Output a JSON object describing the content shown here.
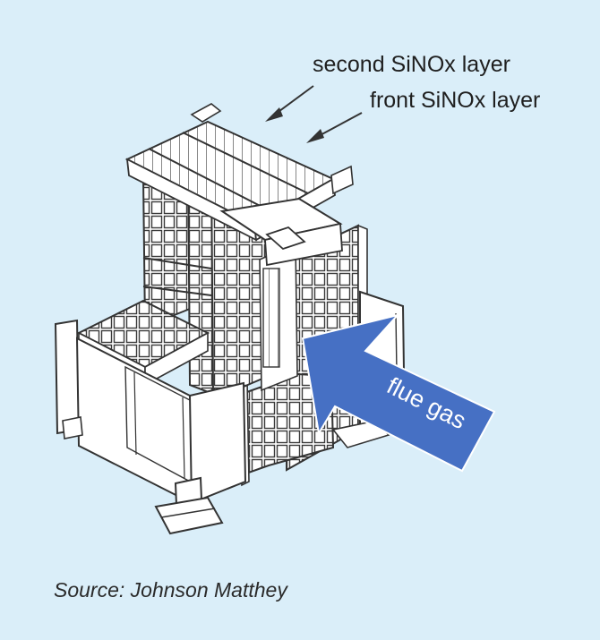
{
  "labels": {
    "second_layer": "second SiNOx layer",
    "front_layer": "front SiNOx layer",
    "flow": "flue gas"
  },
  "caption": "Source: Johnson Matthey",
  "colors": {
    "background": "#daeef9",
    "arrow": "#4670c4",
    "line": "#3a3a3a"
  }
}
